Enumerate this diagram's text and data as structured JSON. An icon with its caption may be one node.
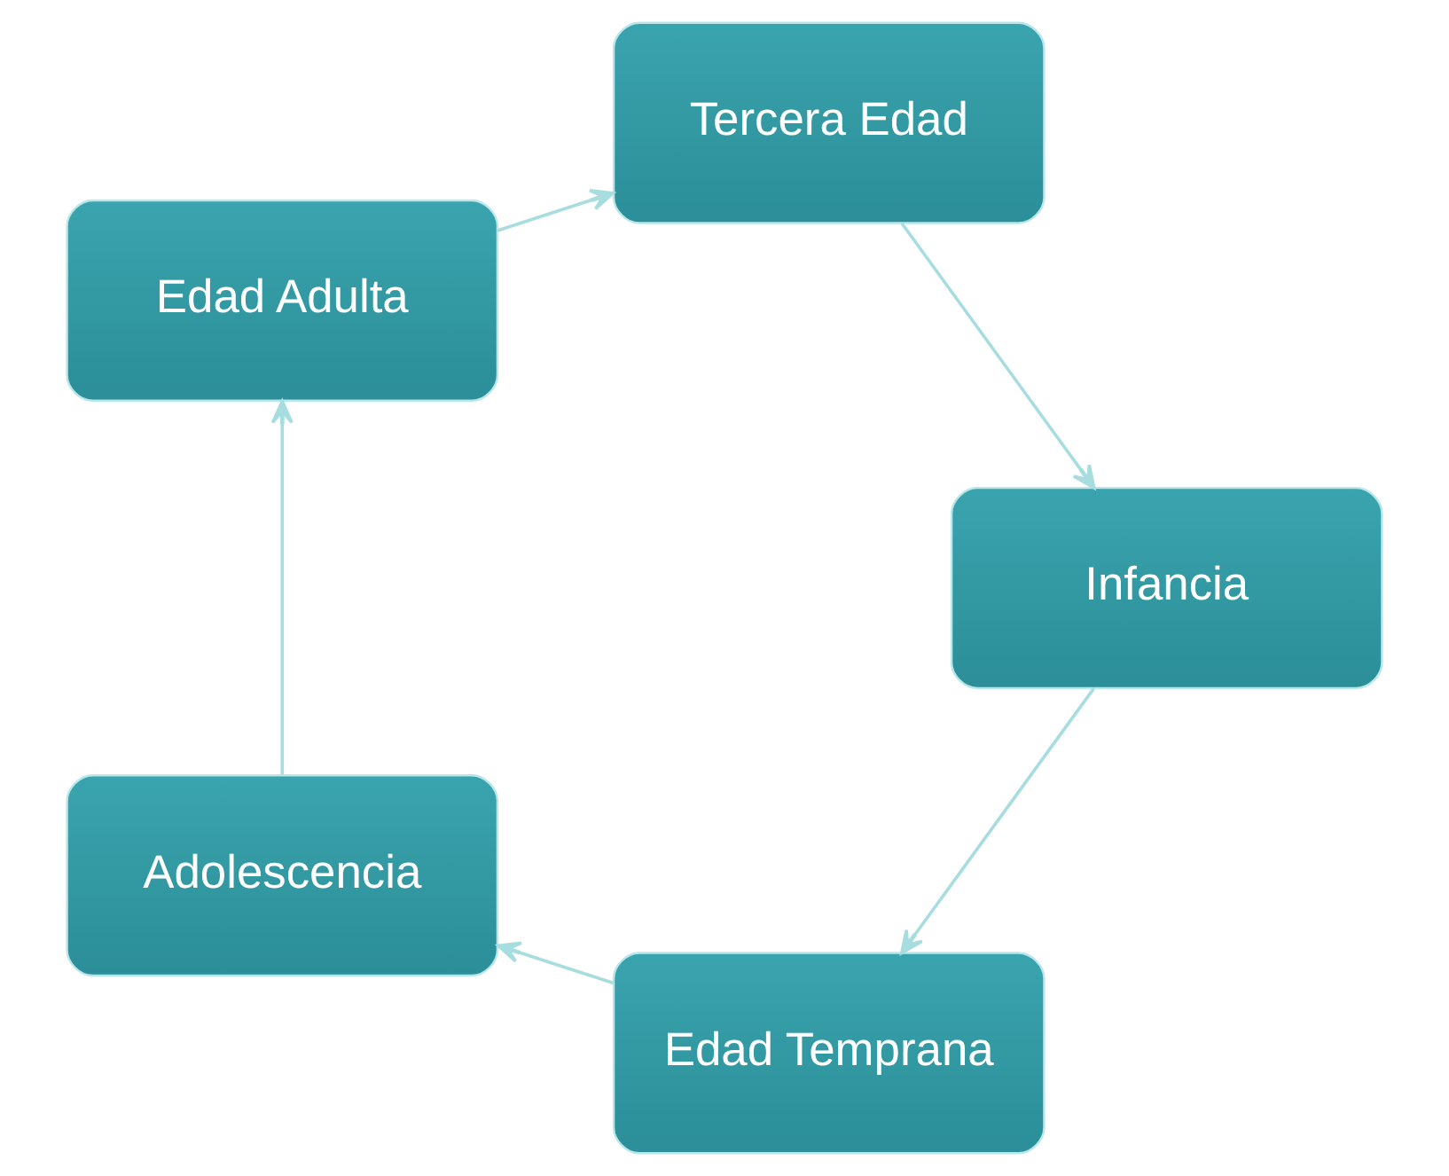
{
  "diagram": {
    "nodes": [
      {
        "text": [
          "Edad Temprana"
        ]
      },
      {
        "text": [
          "Adolescencia"
        ]
      },
      {
        "text": [
          "Edad Adulta"
        ]
      },
      {
        "text": [
          "Tercera Edad"
        ]
      },
      {
        "text": [
          "Infancia"
        ]
      }
    ],
    "edges": [
      {
        "from": 0,
        "to": 1,
        "arrow": "to"
      },
      {
        "from": 1,
        "to": 2,
        "arrow": "to"
      },
      {
        "from": 2,
        "to": 3,
        "arrow": "to"
      },
      {
        "from": 3,
        "to": 4,
        "arrow": "to"
      },
      {
        "from": 4,
        "to": 0,
        "arrow": "to"
      }
    ]
  }
}
